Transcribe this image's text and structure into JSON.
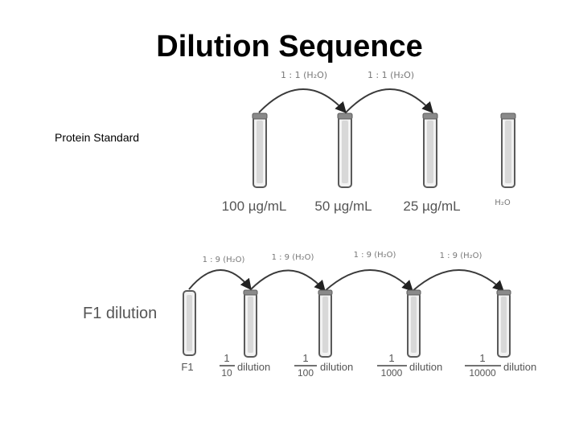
{
  "title": "Dilution Sequence",
  "protein_standard": {
    "label": "Protein Standard",
    "steps": [
      "1 : 1 (H₂O)",
      "1 : 1 (H₂O)"
    ],
    "tubes": [
      "100 µg/mL",
      "50 µg/mL",
      "25 µg/mL",
      "H₂O"
    ]
  },
  "f1_dilution": {
    "label": "F1 dilution",
    "steps": [
      "1 : 9 (H₂O)",
      "1 : 9 (H₂O)",
      "1 : 9 (H₂O)",
      "1 : 9 (H₂O)"
    ],
    "first_tube": "F1",
    "fractions": [
      {
        "num": "1",
        "den": "10",
        "suffix": "dilution"
      },
      {
        "num": "1",
        "den": "100",
        "suffix": "dilution"
      },
      {
        "num": "1",
        "den": "1000",
        "suffix": "dilution"
      },
      {
        "num": "1",
        "den": "10000",
        "suffix": "dilution"
      }
    ]
  }
}
